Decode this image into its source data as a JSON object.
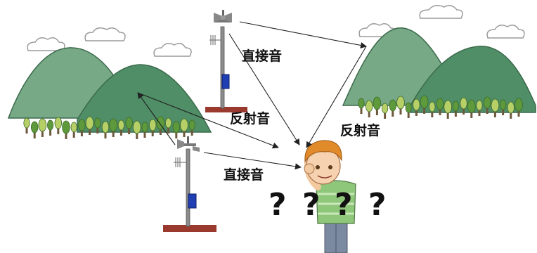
{
  "labels": {
    "direct_top": "直接音",
    "reflect_mid": "反射音",
    "reflect_right": "反射音",
    "direct_bottom": "直接音"
  },
  "question_marks": [
    "?",
    "?",
    "?",
    "?"
  ],
  "colors": {
    "mountain_dark": "#4f8e66",
    "mountain_light": "#78a987",
    "tree_trunk": "#6d5a3e",
    "tree_green": "#5e9a3c",
    "tree_light": "#b7cf67",
    "ground_base": "#9a3a2e",
    "pole": "#8c8c8c",
    "box": "#1f3fb3",
    "arrow": "#222222",
    "hair": "#e08a2a",
    "shirt": "#8fc77a",
    "pants": "#7b8aa0"
  }
}
